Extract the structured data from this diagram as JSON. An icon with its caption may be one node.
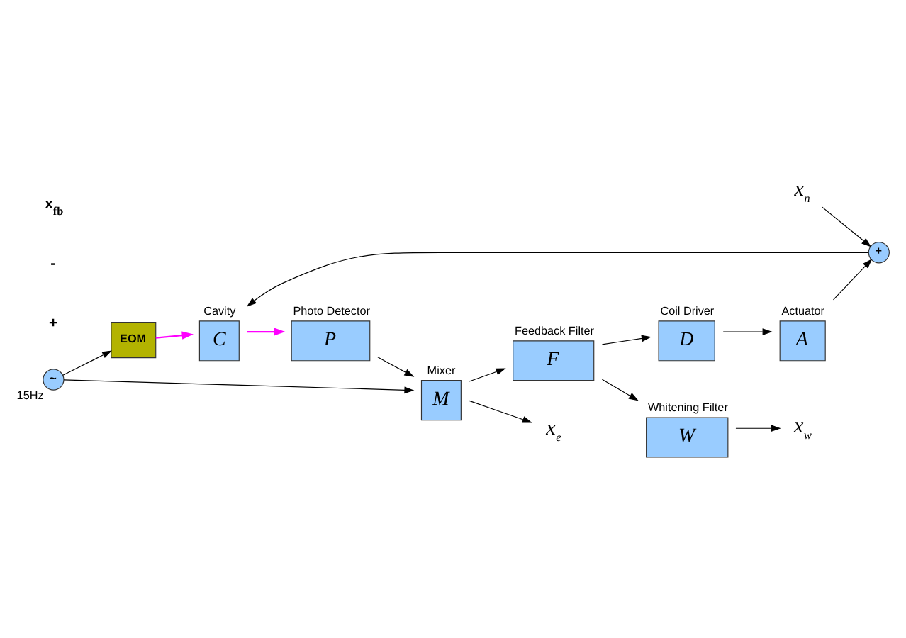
{
  "diagram": {
    "nodes": [
      {
        "text": [
          "EOM"
        ]
      },
      {
        "text": [
          "C"
        ],
        "beside": [
          "Cavity"
        ]
      },
      {
        "text": [
          "P"
        ],
        "beside": [
          "Photo Detector"
        ]
      },
      {
        "text": [
          "M"
        ],
        "beside": [
          "Mixer"
        ]
      },
      {
        "text": [
          "~"
        ],
        "beside": [
          "15Hz"
        ]
      },
      {
        "text": [
          "+"
        ]
      },
      {
        "text": [
          "A"
        ],
        "beside": [
          "Actuator"
        ]
      },
      {
        "text": [
          "D"
        ],
        "beside": [
          "Coil Driver"
        ]
      },
      {
        "text": [
          "F"
        ],
        "beside": [
          "Feedback Filter"
        ]
      },
      {
        "text": [
          "W"
        ],
        "beside": [
          "Whitening Filter"
        ]
      },
      {
        "text": [
          "x$_{e}$"
        ]
      },
      {
        "text": [
          "x$_{n}$"
        ]
      },
      {
        "text": [
          "x$_{w}$"
        ]
      }
    ],
    "edges": [
      {
        "from": 0,
        "to": 1,
        "arrow": "to",
        "color": "#ff00ff"
      },
      {
        "from": 1,
        "to": 2,
        "arrow": "to",
        "color": "#ff00ff"
      },
      {
        "from": 2,
        "to": 3,
        "arrow": "to"
      },
      {
        "from": 3,
        "to": 10,
        "arrow": "to"
      },
      {
        "from": 4,
        "to": 0,
        "arrow": "to"
      },
      {
        "from": 4,
        "to": 3,
        "arrow": "to"
      },
      {
        "from": 3,
        "to": 8,
        "arrow": "to"
      },
      {
        "from": 8,
        "to": 7,
        "arrow": "to"
      },
      {
        "from": 8,
        "to": 9,
        "arrow": "to"
      },
      {
        "from": 9,
        "to": 12,
        "arrow": "to"
      },
      {
        "from": 7,
        "to": 6,
        "arrow": "to"
      },
      {
        "from": 6,
        "to": 5,
        "arrow": "to"
      },
      {
        "from": 5,
        "to": 1,
        "arrow": "to"
      },
      {
        "from": 11,
        "to": 5,
        "arrow": "to"
      }
    ],
    "labels": [
      "+",
      "-",
      "x$_{fb}$"
    ]
  }
}
